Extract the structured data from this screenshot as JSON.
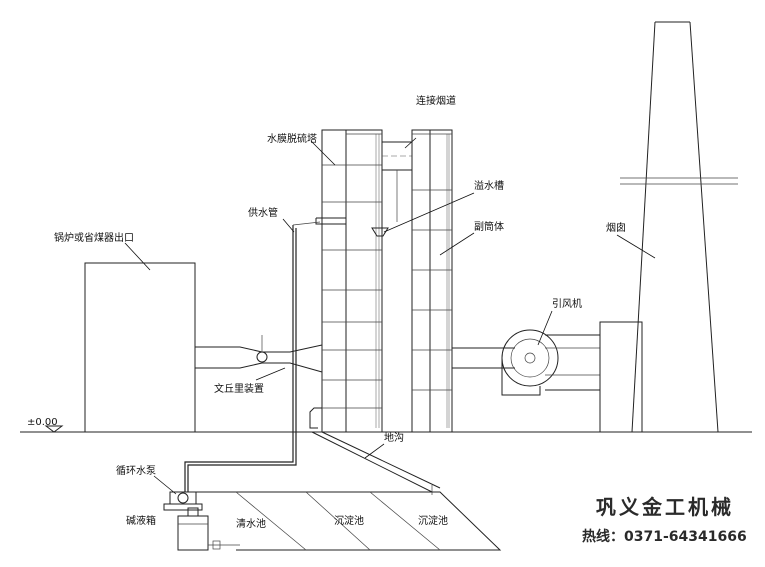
{
  "labels": {
    "outlet": "锅炉或省煤器出口",
    "tower": "水膜脱硫塔",
    "connector": "连接烟道",
    "overflow": "溢水槽",
    "supply_pipe": "供水管",
    "shell": "副筒体",
    "venturi": "文丘里装置",
    "fan": "引风机",
    "chimney": "烟囱",
    "ground_level": "±0.00",
    "trench": "地沟",
    "pump": "循环水泵",
    "alkali_tank": "碱液箱",
    "clear_pool": "清水池",
    "settle_pool_1": "沉淀池",
    "settle_pool_2": "沉淀池"
  },
  "brand": {
    "name": "巩义金工机械",
    "hotline": "热线：0371-64341666"
  }
}
